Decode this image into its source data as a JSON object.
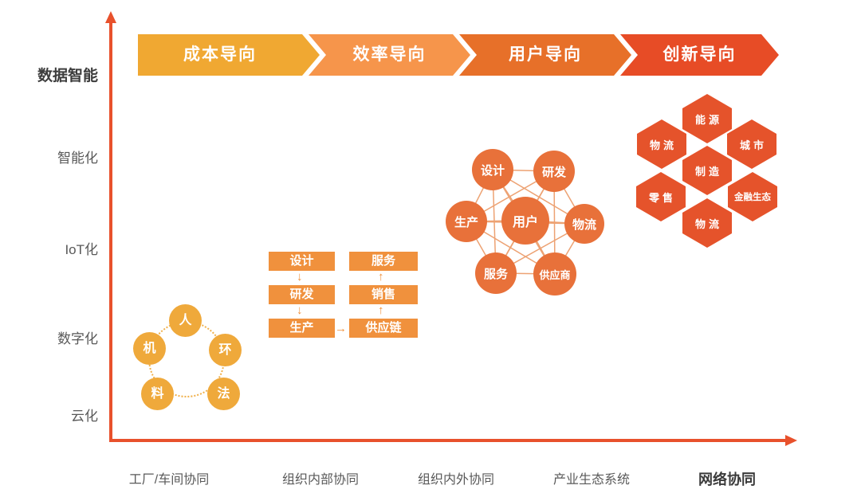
{
  "chevrons": [
    {
      "label": "成本导向",
      "color": "#F0A832"
    },
    {
      "label": "效率导向",
      "color": "#F6954B"
    },
    {
      "label": "用户导向",
      "color": "#E77029"
    },
    {
      "label": "创新导向",
      "color": "#E74C26"
    }
  ],
  "y_axis": {
    "title": "数据智能",
    "labels": [
      "智能化",
      "IoT化",
      "数字化",
      "云化"
    ]
  },
  "x_axis": {
    "labels": [
      "工厂/车间协同",
      "组织内部协同",
      "组织内外协同",
      "产业生态系统"
    ],
    "highlight_label": "网络协同"
  },
  "pentagon_cluster": {
    "nodes": [
      "人",
      "机",
      "环",
      "料",
      "法"
    ],
    "color": "#EFA93B"
  },
  "process_boxes": {
    "left_column": [
      "设计",
      "研发",
      "生产"
    ],
    "right_column": [
      "服务",
      "销售",
      "供应链"
    ],
    "down_arrow": "↓",
    "up_arrow": "↑",
    "right_arrow": "→",
    "color": "#F0913D"
  },
  "network_cluster": {
    "nodes": [
      "设计",
      "研发",
      "生产",
      "用户",
      "物流",
      "服务",
      "供应商"
    ],
    "color": "#E8713A",
    "edge_color": "#EDA273"
  },
  "honeycomb_cluster": {
    "cells": [
      "能源",
      "物流",
      "城市",
      "制造",
      "零售",
      "金融生态",
      "物流"
    ],
    "color": "#E5532B"
  },
  "colors": {
    "axis": "#E8512C",
    "label_gray": "#595959",
    "label_dark": "#3D3D3D"
  }
}
